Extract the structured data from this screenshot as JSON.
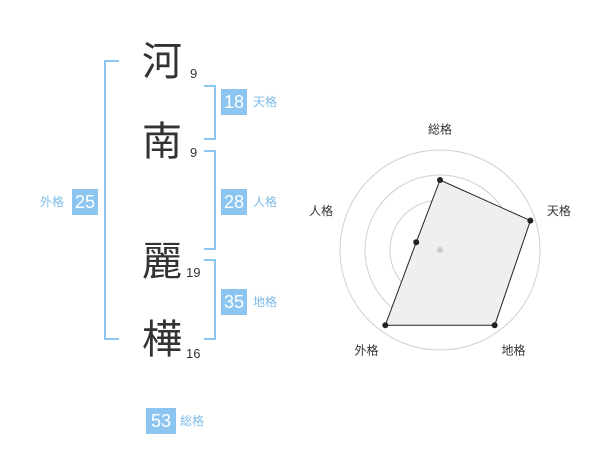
{
  "name": {
    "chars": [
      {
        "char": "河",
        "strokes": "9"
      },
      {
        "char": "南",
        "strokes": "9"
      },
      {
        "char": "麗",
        "strokes": "19"
      },
      {
        "char": "樺",
        "strokes": "16"
      }
    ]
  },
  "fortunes": {
    "tenkaku": {
      "value": "18",
      "label": "天格"
    },
    "jinkaku": {
      "value": "28",
      "label": "人格"
    },
    "chikaku": {
      "value": "35",
      "label": "地格"
    },
    "gaikaku": {
      "value": "25",
      "label": "外格"
    },
    "soukaku": {
      "value": "53",
      "label": "総格"
    }
  },
  "colors": {
    "accent": "#8cc6f0",
    "accent_text": "#7fbce8",
    "text": "#333333"
  },
  "chart_data": {
    "type": "radar",
    "axes": [
      "総格",
      "天格",
      "地格",
      "外格",
      "人格"
    ],
    "values": [
      0.7,
      0.95,
      0.93,
      0.93,
      0.25
    ],
    "range": [
      0,
      1
    ],
    "rings": 4
  }
}
